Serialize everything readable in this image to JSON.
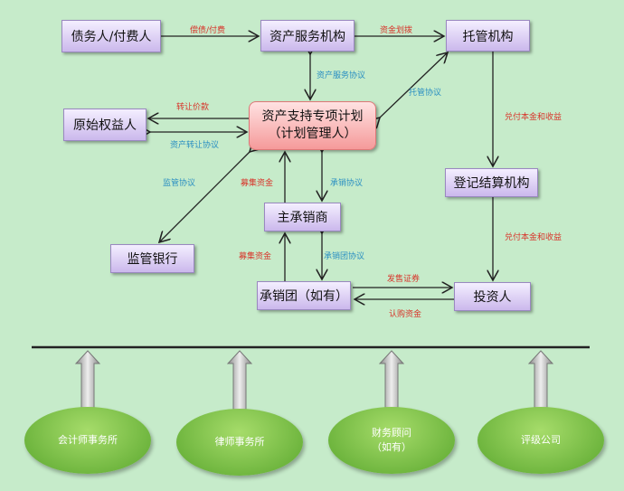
{
  "nodes": {
    "debtor": "债务人/付费人",
    "servicer": "资产服务机构",
    "custodian": "托管机构",
    "originator": "原始权益人",
    "plan_line1": "资产支持专项计划",
    "plan_line2": "（计划管理人）",
    "registrar": "登记结算机构",
    "lead_underwriter": "主承销商",
    "supervisor_bank": "监管银行",
    "syndicate": "承销团（如有）",
    "investor": "投资人"
  },
  "edges": {
    "debt_payment": "偿债/付费",
    "fund_transfer": "资金划拨",
    "servicing_agreement": "资产服务协议",
    "custody_agreement": "托管协议",
    "transfer_price": "转让价款",
    "asset_transfer_agreement": "资产转让协议",
    "supervision_agreement": "监管协议",
    "raised_funds_1": "募集资金",
    "underwriting_agreement": "承销协议",
    "raised_funds_2": "募集资金",
    "syndicate_agreement": "承销团协议",
    "issue_securities": "发售证券",
    "subscription_funds": "认购资金",
    "redeem_1": "兑付本金和收益",
    "redeem_2": "兑付本金和收益"
  },
  "intermediaries": {
    "accounting": "会计师事务所",
    "law": "律师事务所",
    "advisor_line1": "财务顾问",
    "advisor_line2": "（如有）",
    "rating": "评级公司"
  }
}
